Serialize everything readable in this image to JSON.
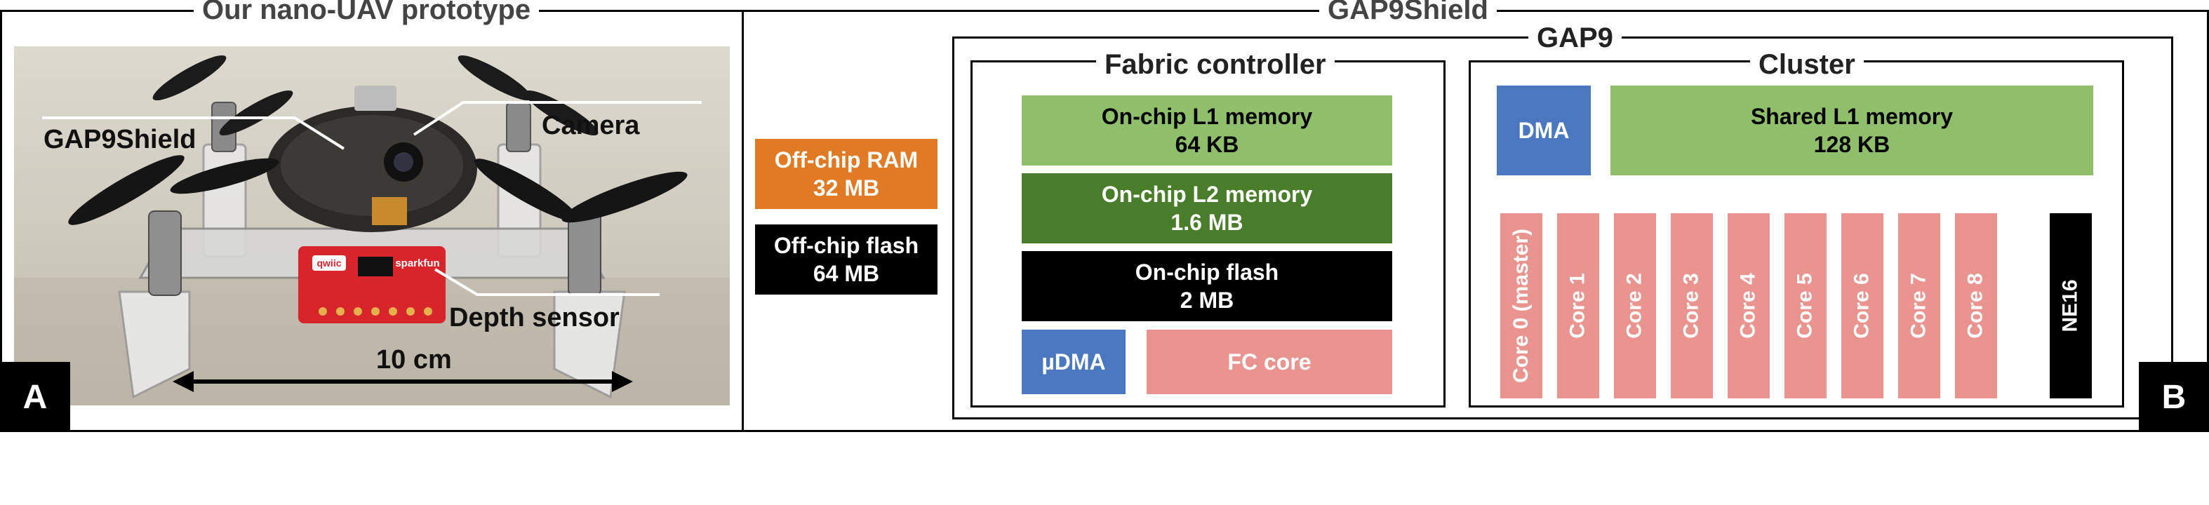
{
  "panel_a": {
    "title": "Our nano-UAV prototype",
    "corner": "A",
    "labels": {
      "gap9shield": "GAP9Shield",
      "camera": "Camera",
      "depth_sensor": "Depth sensor",
      "size": "10 cm"
    },
    "board_marks": {
      "qwiic": "qwiic",
      "sparkfun": "sparkfun"
    }
  },
  "panel_b": {
    "title": "GAP9Shield",
    "corner": "B",
    "offchip": {
      "ram": {
        "line1": "Off-chip RAM",
        "line2": "32 MB",
        "color": "#e07a24"
      },
      "flash": {
        "line1": "Off-chip flash",
        "line2": "64 MB",
        "color": "#000000"
      }
    },
    "gap9": {
      "title": "GAP9",
      "fabric_controller": {
        "title": "Fabric controller",
        "l1": {
          "line1": "On-chip L1 memory",
          "line2": "64 KB",
          "color": "#8fbf6b"
        },
        "l2": {
          "line1": "On-chip L2 memory",
          "line2": "1.6 MB",
          "color": "#4a7d2a"
        },
        "flash": {
          "line1": "On-chip flash",
          "line2": "2 MB",
          "color": "#000000"
        },
        "udma": {
          "label": "µDMA",
          "color": "#4a78c0"
        },
        "fc_core": {
          "label": "FC core",
          "color": "#ea9490"
        }
      },
      "cluster": {
        "title": "Cluster",
        "dma": {
          "label": "DMA",
          "color": "#4a78c0"
        },
        "shared_l1": {
          "line1": "Shared L1 memory",
          "line2": "128 KB",
          "color": "#8fbf6b"
        },
        "cores": [
          "Core 0 (master)",
          "Core 1",
          "Core 2",
          "Core 3",
          "Core 4",
          "Core 5",
          "Core 6",
          "Core 7",
          "Core 8"
        ],
        "core_color": "#ea9490",
        "ne16": {
          "label": "NE16",
          "color": "#000000"
        }
      }
    }
  }
}
